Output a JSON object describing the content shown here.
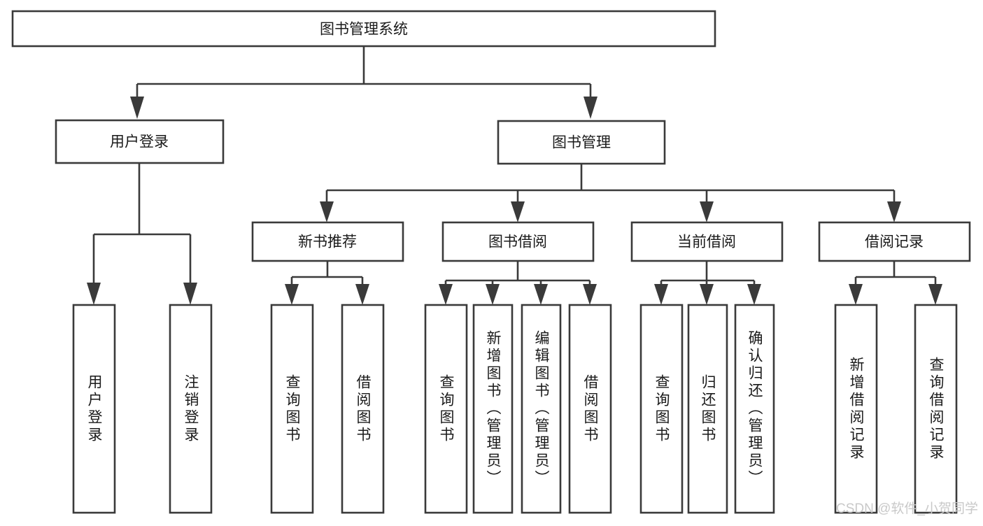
{
  "diagram": {
    "type": "tree-hierarchy-chart",
    "root": {
      "id": "root",
      "label": "图书管理系统"
    },
    "level1": [
      {
        "id": "user-login",
        "label": "用户登录"
      },
      {
        "id": "book-manage",
        "label": "图书管理"
      }
    ],
    "level2": [
      {
        "id": "new-book-recommend",
        "label": "新书推荐",
        "parent": "book-manage"
      },
      {
        "id": "book-borrow",
        "label": "图书借阅",
        "parent": "book-manage"
      },
      {
        "id": "current-borrow",
        "label": "当前借阅",
        "parent": "book-manage"
      },
      {
        "id": "borrow-record",
        "label": "借阅记录",
        "parent": "book-manage"
      }
    ],
    "leaves": {
      "user_login": [
        {
          "id": "leaf-user-login",
          "label": "用户登录"
        },
        {
          "id": "leaf-logout-login",
          "label": "注销登录"
        }
      ],
      "new_book_recommend": [
        {
          "id": "leaf-query-book-1",
          "label": "查询图书"
        },
        {
          "id": "leaf-borrow-book-1",
          "label": "借阅图书"
        }
      ],
      "book_borrow": [
        {
          "id": "leaf-query-book-2",
          "label": "查询图书"
        },
        {
          "id": "leaf-add-book",
          "label": "新增图书（管理员）"
        },
        {
          "id": "leaf-edit-book",
          "label": "编辑图书（管理员）"
        },
        {
          "id": "leaf-borrow-book-2",
          "label": "借阅图书"
        }
      ],
      "current_borrow": [
        {
          "id": "leaf-query-book-3",
          "label": "查询图书"
        },
        {
          "id": "leaf-return-book",
          "label": "归还图书"
        },
        {
          "id": "leaf-confirm-return",
          "label": "确认归还（管理员）"
        }
      ],
      "borrow_record": [
        {
          "id": "leaf-add-borrow-record",
          "label": "新增借阅记录"
        },
        {
          "id": "leaf-query-borrow-record",
          "label": "查询借阅记录"
        }
      ]
    }
  },
  "watermark": {
    "text": "CSDN @软件_小贺同学"
  },
  "colors": {
    "stroke": "#3a3a3a",
    "fill": "#ffffff",
    "text": "#1a1a1a",
    "watermark": "#c9c9c9"
  }
}
